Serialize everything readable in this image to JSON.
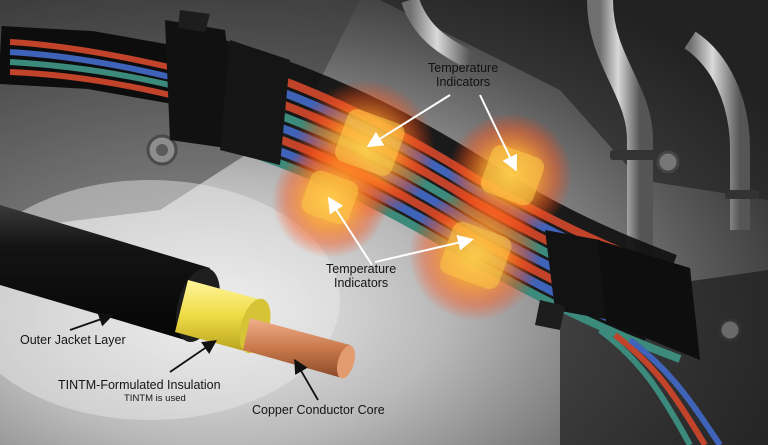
{
  "labels": {
    "temp_top_line1": "Temperature",
    "temp_top_line2": "Indicators",
    "temp_bottom_line1": "Temperature",
    "temp_bottom_line2": "Indicators",
    "outer_jacket": "Outer Jacket Layer",
    "insulation": "TINTM-Formulated Insulation",
    "insulation_note": "TINTM is used",
    "copper_core": "Copper Conductor Core"
  },
  "colors": {
    "jacket": "#111111",
    "insulation": "#f2e35a",
    "copper": "#c9794c",
    "wire_red": "#c0432a",
    "wire_blue": "#3f63b8",
    "wire_teal": "#3b8a7c",
    "indicator_glow": "#ff6a1a",
    "indicator_core": "#ffc640"
  }
}
